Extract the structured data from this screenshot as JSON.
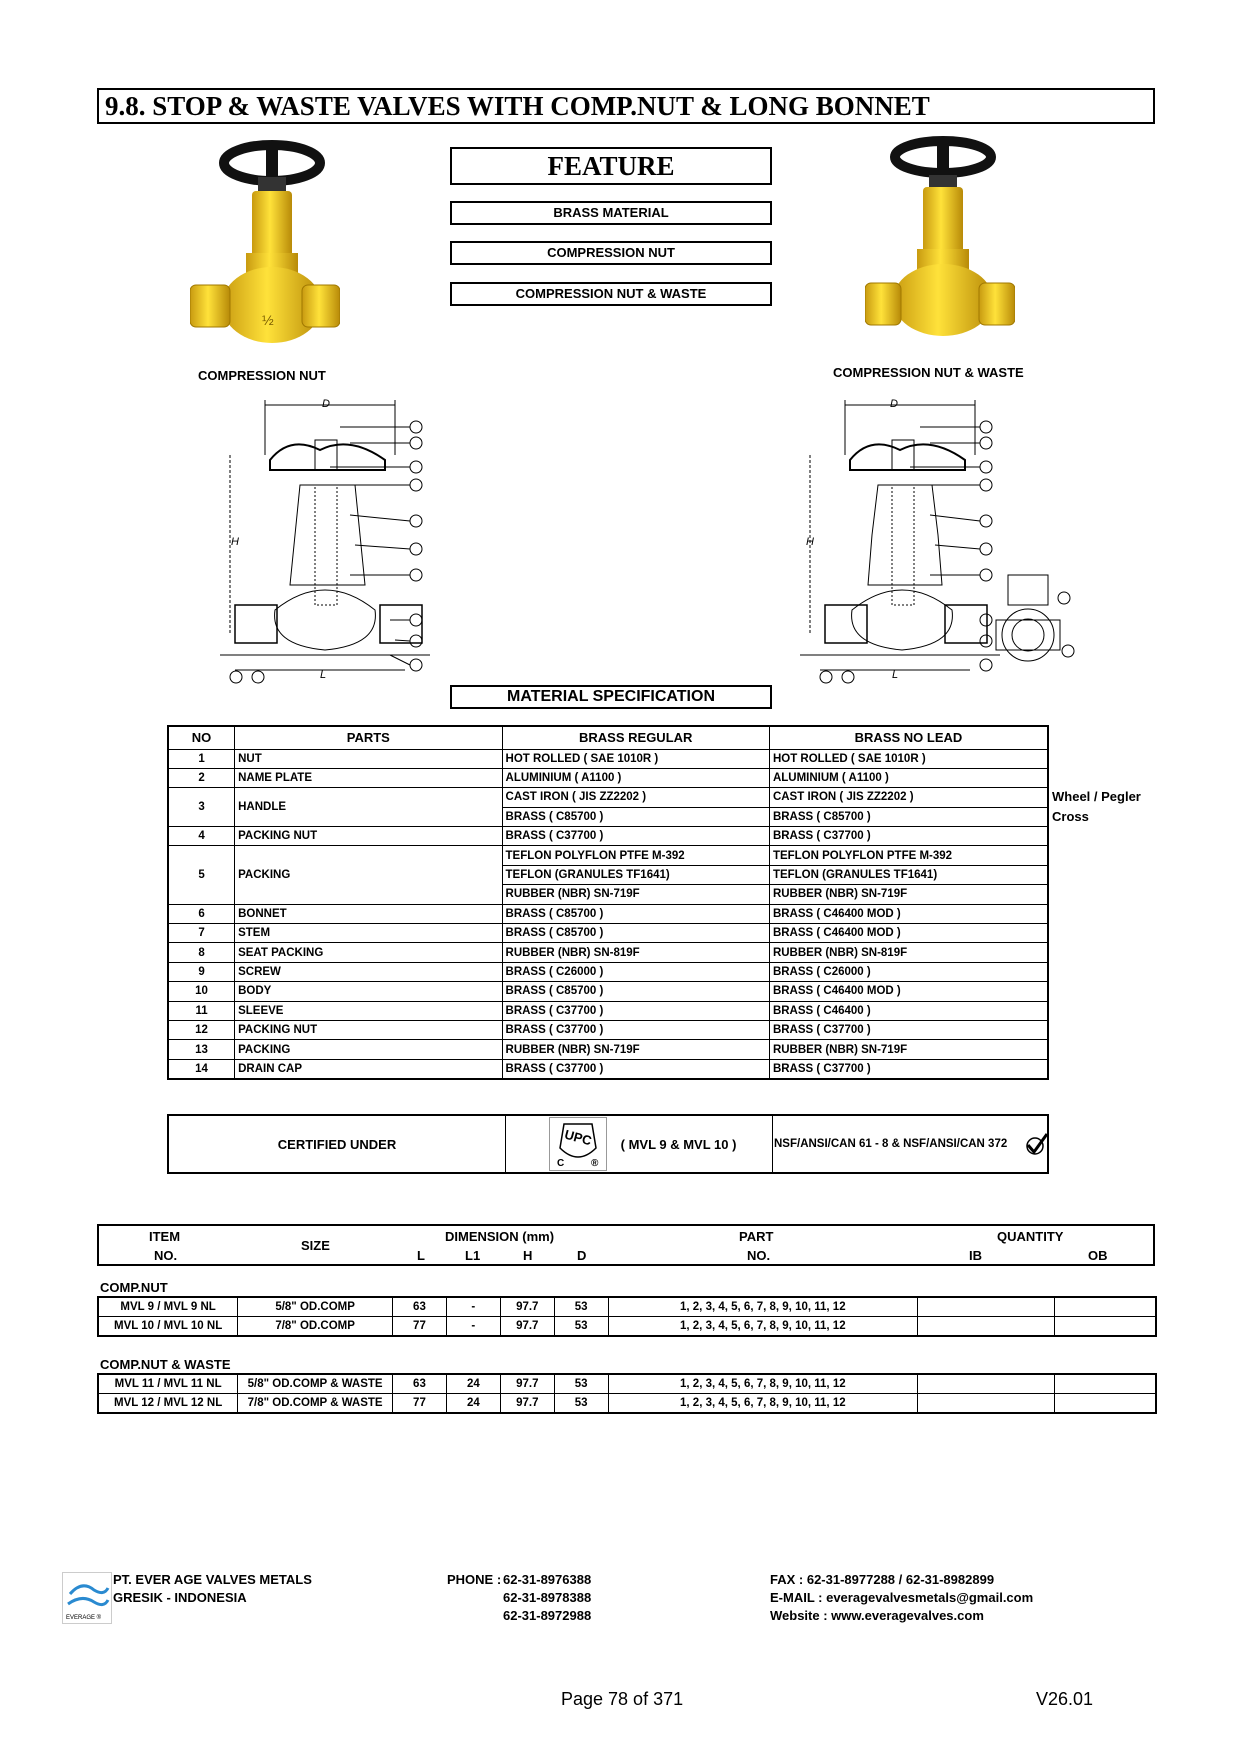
{
  "title": "9.8.  STOP & WASTE VALVES WITH COMP.NUT & LONG BONNET",
  "feature": {
    "heading": "FEATURE",
    "items": [
      "BRASS MATERIAL",
      "COMPRESSION NUT",
      "COMPRESSION NUT & WASTE"
    ]
  },
  "captions": {
    "left": "COMPRESSION NUT",
    "right": "COMPRESSION NUT & WASTE"
  },
  "drawing": {
    "D": "D",
    "H": "H",
    "L": "L"
  },
  "material_spec": {
    "heading": "MATERIAL SPECIFICATION",
    "headers": [
      "NO",
      "PARTS",
      "BRASS REGULAR",
      "BRASS NO LEAD"
    ],
    "rows": [
      {
        "no": "1",
        "part": "NUT",
        "reg": [
          "HOT ROLLED ( SAE 1010R )"
        ],
        "nl": [
          "HOT ROLLED ( SAE 1010R )"
        ]
      },
      {
        "no": "2",
        "part": "NAME PLATE",
        "reg": [
          "ALUMINIUM  ( A1100 )"
        ],
        "nl": [
          "ALUMINIUM  ( A1100 )"
        ]
      },
      {
        "no": "3",
        "part": "HANDLE",
        "reg": [
          "CAST IRON ( JIS ZZ2202 )",
          "BRASS ( C85700 )"
        ],
        "nl": [
          "CAST IRON ( JIS ZZ2202 )",
          "BRASS ( C85700 )"
        ]
      },
      {
        "no": "4",
        "part": "PACKING NUT",
        "reg": [
          "BRASS ( C37700 )"
        ],
        "nl": [
          "BRASS ( C37700 )"
        ]
      },
      {
        "no": "5",
        "part": "PACKING",
        "reg": [
          "TEFLON POLYFLON PTFE M-392",
          "TEFLON (GRANULES TF1641)",
          "RUBBER (NBR) SN-719F"
        ],
        "nl": [
          "TEFLON POLYFLON PTFE M-392",
          "TEFLON (GRANULES TF1641)",
          "RUBBER (NBR) SN-719F"
        ]
      },
      {
        "no": "6",
        "part": "BONNET",
        "reg": [
          "BRASS ( C85700 )"
        ],
        "nl": [
          "BRASS ( C46400 MOD )"
        ]
      },
      {
        "no": "7",
        "part": "STEM",
        "reg": [
          "BRASS ( C85700 )"
        ],
        "nl": [
          "BRASS ( C46400 MOD )"
        ]
      },
      {
        "no": "8",
        "part": "SEAT PACKING",
        "reg": [
          "RUBBER (NBR) SN-819F"
        ],
        "nl": [
          "RUBBER (NBR) SN-819F"
        ]
      },
      {
        "no": "9",
        "part": "SCREW",
        "reg": [
          "BRASS ( C26000 )"
        ],
        "nl": [
          "BRASS ( C26000 )"
        ]
      },
      {
        "no": "10",
        "part": "BODY",
        "reg": [
          "BRASS ( C85700 )"
        ],
        "nl": [
          "BRASS ( C46400 MOD )"
        ]
      },
      {
        "no": "11",
        "part": "SLEEVE",
        "reg": [
          "BRASS ( C37700 )"
        ],
        "nl": [
          "BRASS ( C46400 )"
        ]
      },
      {
        "no": "12",
        "part": "PACKING NUT",
        "reg": [
          "BRASS ( C37700 )"
        ],
        "nl": [
          "BRASS ( C37700 )"
        ]
      },
      {
        "no": "13",
        "part": "PACKING",
        "reg": [
          "RUBBER (NBR) SN-719F"
        ],
        "nl": [
          "RUBBER (NBR) SN-719F"
        ]
      },
      {
        "no": "14",
        "part": "DRAIN CAP",
        "reg": [
          "BRASS ( C37700 )"
        ],
        "nl": [
          "BRASS ( C37700 )"
        ]
      }
    ],
    "side_note": [
      "Wheel / Pegler",
      "Cross"
    ]
  },
  "certified": {
    "label": "CERTIFIED UNDER",
    "models": "( MVL 9 & MVL 10 )",
    "standard": "NSF/ANSI/CAN 61 - 8 & NSF/ANSI/CAN 372",
    "logo_text": "UPC",
    "logo_c": "C",
    "logo_r": "®"
  },
  "dimension_table": {
    "headers": {
      "item": "ITEM",
      "item_no": "NO.",
      "size": "SIZE",
      "dimension": "DIMENSION (mm)",
      "L": "L",
      "L1": "L1",
      "H": "H",
      "D": "D",
      "part": "PART",
      "part_no": "NO.",
      "quantity": "QUANTITY",
      "ib": "IB",
      "ob": "OB"
    },
    "groups": [
      {
        "label": "COMP.NUT",
        "rows": [
          {
            "item": "MVL 9  / MVL 9 NL",
            "size": "5/8\" OD.COMP",
            "L": "63",
            "L1": "-",
            "H": "97.7",
            "D": "53",
            "parts": "1, 2, 3, 4, 5, 6, 7, 8, 9, 10, 11, 12",
            "ib": "",
            "ob": ""
          },
          {
            "item": "MVL 10 / MVL 10 NL",
            "size": "7/8\" OD.COMP",
            "L": "77",
            "L1": "-",
            "H": "97.7",
            "D": "53",
            "parts": "1, 2, 3, 4, 5, 6, 7, 8, 9, 10, 11, 12",
            "ib": "",
            "ob": ""
          }
        ]
      },
      {
        "label": "COMP.NUT & WASTE",
        "rows": [
          {
            "item": "MVL 11 / MVL 11 NL",
            "size": "5/8\" OD.COMP & WASTE",
            "L": "63",
            "L1": "24",
            "H": "97.7",
            "D": "53",
            "parts": "1, 2, 3, 4, 5, 6, 7, 8, 9, 10, 11, 12",
            "ib": "",
            "ob": ""
          },
          {
            "item": "MVL 12 / MVL 12 NL",
            "size": "7/8\" OD.COMP & WASTE",
            "L": "77",
            "L1": "24",
            "H": "97.7",
            "D": "53",
            "parts": "1, 2, 3, 4, 5, 6, 7, 8, 9, 10, 11, 12",
            "ib": "",
            "ob": ""
          }
        ]
      }
    ]
  },
  "footer": {
    "company": "PT. EVER AGE VALVES METALS",
    "location": "GRESIK - INDONESIA",
    "logo_text": "EVERAGE ®",
    "phone_label": "PHONE :",
    "phones": [
      "62-31-8976388",
      "62-31-8978388",
      "62-31-8972988"
    ],
    "fax": "FAX  :  62-31-8977288 / 62-31-8982899",
    "email": "E-MAIL  :  everagevalvesmetals@gmail.com",
    "website": "Website  :  www.everagevalves.com"
  },
  "page": {
    "number": "Page 78 of 371",
    "version": "V26.01"
  }
}
